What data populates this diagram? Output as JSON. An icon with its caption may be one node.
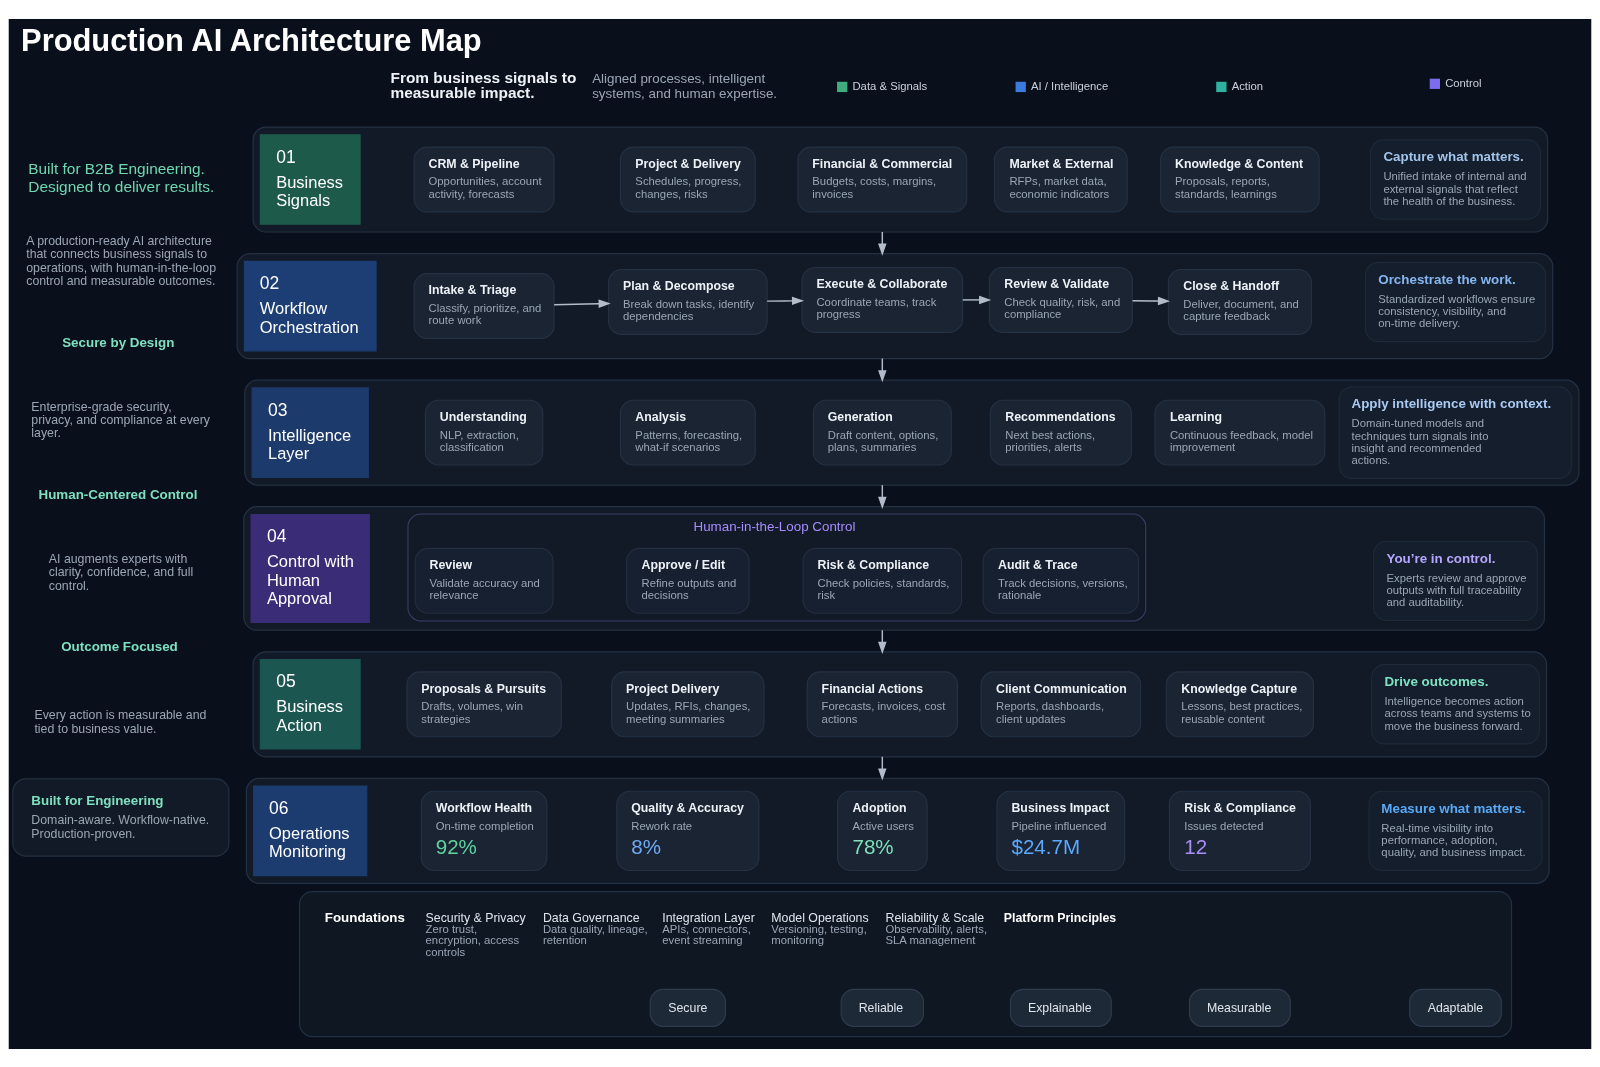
{
  "diagram": {
    "title": "Production AI Architecture Map",
    "nodes": [
      {
        "text": [
          "Built for Engineering",
          "Domain-aware. Workflow-native. Production-proven."
        ]
      },
      {
        "text": [],
        "shape": "box"
      },
      {
        "text": [
          "01",
          "Business Signals"
        ],
        "in": 1
      },
      {
        "text": [
          "CRM & Pipeline",
          "Opportunities, account activity, forecasts"
        ],
        "in": 1
      },
      {
        "text": [
          "Project & Delivery",
          "Schedules, progress, changes, risks"
        ],
        "in": 1
      },
      {
        "text": [
          "Financial & Commercial",
          "Budgets, costs, margins, invoices"
        ],
        "in": 1
      },
      {
        "text": [
          "Market & External",
          "RFPs, market data, economic indicators"
        ],
        "in": 1
      },
      {
        "text": [
          "Knowledge & Content",
          "Proposals, reports, standards, learnings"
        ],
        "in": 1
      },
      {
        "text": [
          "Capture what matters.",
          "Unified intake of internal and external signals that reflect the health of the business."
        ],
        "in": 1
      },
      {
        "text": [],
        "shape": "box"
      },
      {
        "text": [
          "02",
          "Workflow Orchestration"
        ],
        "in": 9
      },
      {
        "text": [
          "Intake & Triage",
          "Classify, prioritize, and route work"
        ],
        "in": 9
      },
      {
        "text": [
          "Plan & Decompose",
          "Break down tasks, identify dependencies"
        ],
        "in": 9
      },
      {
        "text": [
          "Execute & Collaborate",
          "Coordinate teams, track progress"
        ],
        "in": 9
      },
      {
        "text": [
          "Review & Validate",
          "Check quality, risk, and compliance"
        ],
        "in": 9
      },
      {
        "text": [
          "Close & Handoff",
          "Deliver, document, and capture feedback"
        ],
        "in": 9
      },
      {
        "text": [
          "Orchestrate the work.",
          "Standardized workflows ensure consistency, visibility, and on-time delivery."
        ],
        "in": 9
      },
      {
        "text": [],
        "shape": "box"
      },
      {
        "text": [
          "03",
          "Intelligence Layer"
        ],
        "in": 17
      },
      {
        "text": [
          "Understanding",
          "NLP, extraction, classification"
        ],
        "in": 17
      },
      {
        "text": [
          "Analysis",
          "Patterns, forecasting, what-if scenarios"
        ],
        "in": 17
      },
      {
        "text": [
          "Generation",
          "Draft content, options, plans, summaries"
        ],
        "in": 17
      },
      {
        "text": [
          "Recommendations",
          "Next best actions, priorities, alerts"
        ],
        "in": 17
      },
      {
        "text": [
          "Learning",
          "Continuous feedback, model improvement"
        ],
        "in": 17
      },
      {
        "text": [
          "Apply intelligence with context.",
          "Domain-tuned models and techniques turn signals into insight and recommended actions."
        ],
        "in": 17
      },
      {
        "text": [],
        "shape": "box"
      },
      {
        "text": [
          "04",
          "Control with Human Approval"
        ],
        "in": 25
      },
      {
        "text": [
          "Human-in-the-Loop Control"
        ],
        "in": 25
      },
      {
        "text": [
          "Review",
          "Validate accuracy and relevance"
        ],
        "in": 27
      },
      {
        "text": [
          "Approve / Edit",
          "Refine outputs and decisions"
        ],
        "in": 27
      },
      {
        "text": [
          "Risk & Compliance",
          "Check policies, standards, risk"
        ],
        "in": 27
      },
      {
        "text": [
          "Audit & Trace",
          "Track decisions, versions, rationale"
        ],
        "in": 27
      },
      {
        "text": [
          "You’re in control.",
          "Experts review and approve outputs with full traceability and auditability."
        ],
        "in": 25
      },
      {
        "text": [],
        "shape": "box"
      },
      {
        "text": [
          "05",
          "Business Action"
        ],
        "in": 33
      },
      {
        "text": [
          "Proposals & Pursuits",
          "Drafts, volumes, win strategies"
        ],
        "in": 33
      },
      {
        "text": [
          "Project Delivery",
          "Updates, RFIs, changes, meeting summaries"
        ],
        "in": 33
      },
      {
        "text": [
          "Financial Actions",
          "Forecasts, invoices, cost actions"
        ],
        "in": 33
      },
      {
        "text": [
          "Client Communication",
          "Reports, dashboards, client updates"
        ],
        "in": 33
      },
      {
        "text": [
          "Knowledge Capture",
          "Lessons, best practices, reusable content"
        ],
        "in": 33
      },
      {
        "text": [
          "Drive outcomes.",
          "Intelligence becomes action across teams and systems to move the business forward."
        ],
        "in": 33
      },
      {
        "text": [],
        "shape": "box"
      },
      {
        "text": [
          "06",
          "Operations Monitoring"
        ],
        "in": 41
      },
      {
        "text": [
          "Workflow Health",
          "On-time completion",
          "92%"
        ],
        "in": 41
      },
      {
        "text": [
          "Quality & Accuracy",
          "Rework rate",
          "8%"
        ],
        "in": 41
      },
      {
        "text": [
          "Adoption",
          "Active users",
          "78%"
        ],
        "in": 41
      },
      {
        "text": [
          "Business Impact",
          "Pipeline influenced",
          "$24.7M"
        ],
        "in": 41
      },
      {
        "text": [
          "Risk & Compliance",
          "Issues detected",
          "12"
        ],
        "in": 41
      },
      {
        "text": [
          "Measure what matters.",
          "Real-time visibility into performance, adoption, quality, and business impact."
        ],
        "in": 41
      },
      {
        "text": [
          "Foundations",
          "Security & Privacy",
          "Zero trust, encryption, access controls",
          "Data Governance",
          "Data quality, lineage, retention",
          "Integration Layer",
          "APIs, connectors, event streaming",
          "Model Operations",
          "Versioning, testing, monitoring",
          "Reliability & Scale",
          "Observability, alerts, SLA management",
          "Platform Principles"
        ]
      },
      {
        "text": [
          "Secure"
        ],
        "in": 49
      },
      {
        "text": [
          "Reliable"
        ],
        "in": 49
      },
      {
        "text": [
          "Explainable"
        ],
        "in": 49
      },
      {
        "text": [
          "Measurable"
        ],
        "in": 49
      },
      {
        "text": [
          "Adaptable"
        ],
        "in": 49
      }
    ],
    "edges": [
      {
        "from": 1,
        "to": 9,
        "arrow": "to"
      },
      {
        "from": 11,
        "to": 12,
        "arrow": "to"
      },
      {
        "from": 12,
        "to": 13,
        "arrow": "to"
      },
      {
        "from": 13,
        "to": 14,
        "arrow": "to"
      },
      {
        "from": 14,
        "to": 15,
        "arrow": "to"
      },
      {
        "from": 9,
        "to": 17,
        "arrow": "to"
      },
      {
        "from": 17,
        "to": 25,
        "arrow": "to"
      },
      {
        "from": 25,
        "to": 33,
        "arrow": "to"
      },
      {
        "from": 33,
        "to": 41,
        "arrow": "to"
      }
    ],
    "labels": [
      "Built for B2B Engineering. Designed to deliver results.",
      "A production-ready AI architecture that connects business signals to operations, with human-in-the-loop control and measurable outcomes.",
      "Secure by Design",
      "Enterprise-grade security, privacy, and compliance at every layer.",
      "Human-Centered Control",
      "AI augments experts with clarity, confidence, and full control.",
      "Outcome Focused",
      "Every action is measurable and tied to business value.",
      "From business signals to measurable impact.",
      "Aligned processes, intelligent systems, and human expertise."
    ],
    "legend": [
      {
        "text": "Data & Signals",
        "color": "#3fae7e"
      },
      {
        "text": "AI / Intelligence",
        "color": "#3b7be0"
      },
      {
        "text": "Action",
        "color": "#2fb3a0"
      },
      {
        "text": "Control",
        "color": "#7b6cf0"
      }
    ]
  }
}
